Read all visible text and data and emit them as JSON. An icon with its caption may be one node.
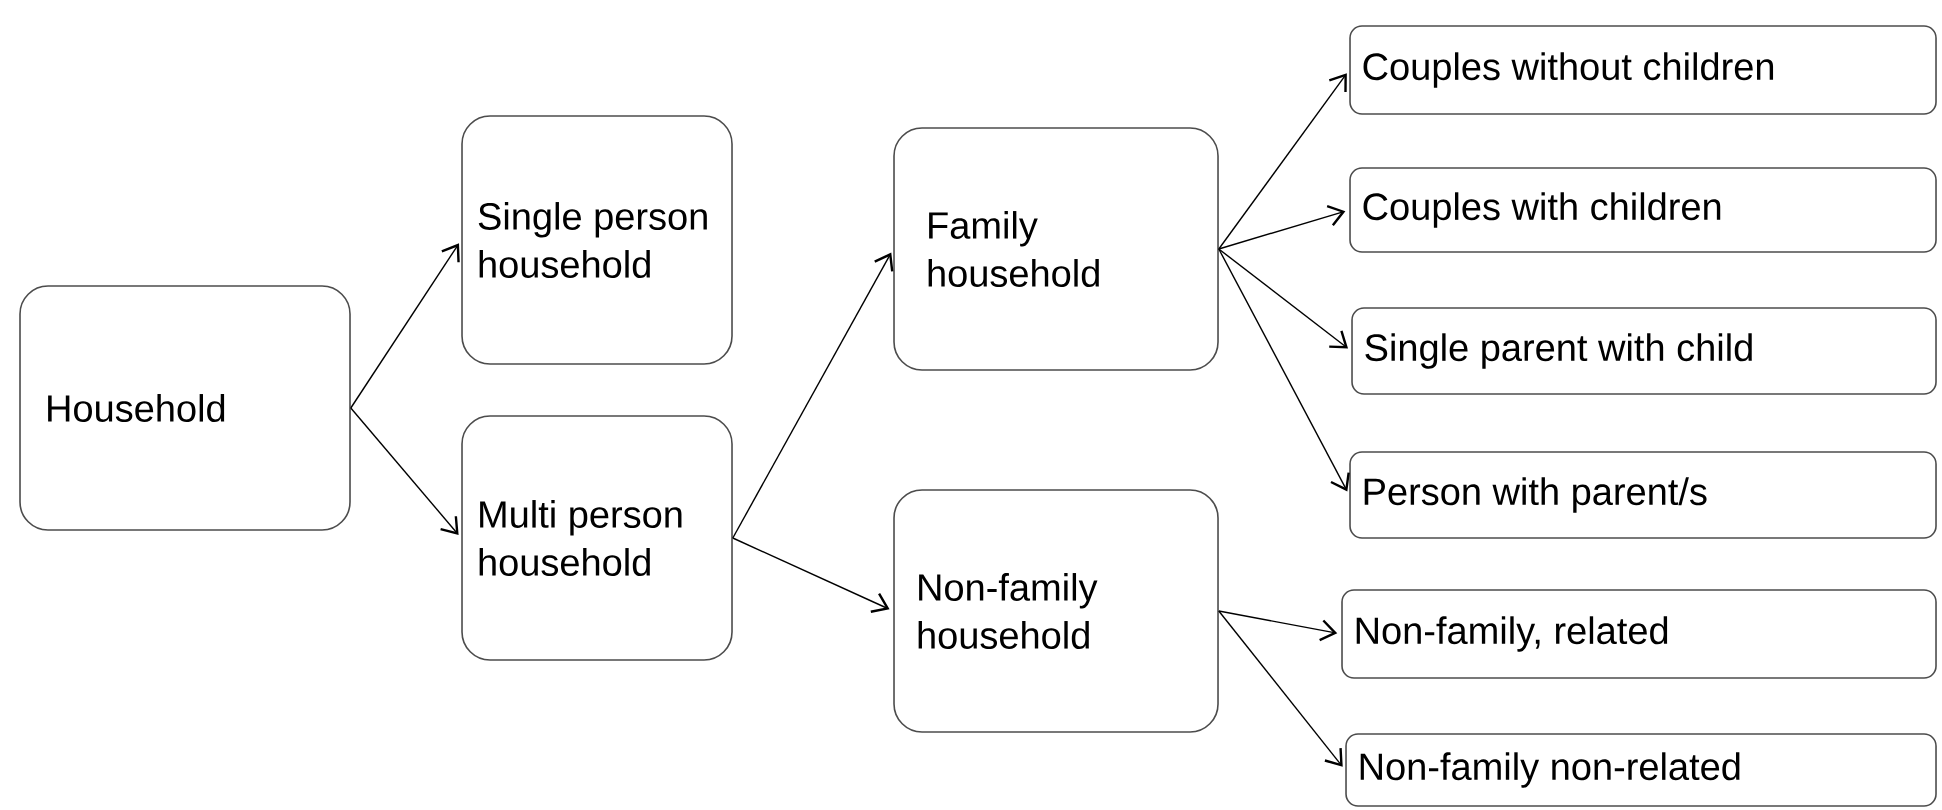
{
  "diagram": {
    "nodes": [
      {
        "text": [
          "Household"
        ]
      },
      {
        "text": [
          "Single person household"
        ]
      },
      {
        "text": [
          "Multi person household"
        ]
      },
      {
        "text": [
          "Family household"
        ]
      },
      {
        "text": [
          "Non-family household"
        ]
      },
      {
        "text": [
          "Couples without children"
        ]
      },
      {
        "text": [
          "Couples with children"
        ]
      },
      {
        "text": [
          "Single parent with child"
        ]
      },
      {
        "text": [
          "Person with parent/s"
        ]
      },
      {
        "text": [
          "Non-family, related"
        ]
      },
      {
        "text": [
          "Non-family non-related"
        ]
      }
    ],
    "edges": [
      {
        "from": 0,
        "to": 1,
        "arrow": "to"
      },
      {
        "from": 0,
        "to": 2,
        "arrow": "to"
      },
      {
        "from": 2,
        "to": 3,
        "arrow": "to"
      },
      {
        "from": 2,
        "to": 4,
        "arrow": "to"
      },
      {
        "from": 3,
        "to": 5,
        "arrow": "to"
      },
      {
        "from": 3,
        "to": 6,
        "arrow": "to"
      },
      {
        "from": 3,
        "to": 7,
        "arrow": "to"
      },
      {
        "from": 3,
        "to": 8,
        "arrow": "to"
      },
      {
        "from": 4,
        "to": 9,
        "arrow": "to"
      },
      {
        "from": 4,
        "to": 10,
        "arrow": "to"
      }
    ]
  }
}
